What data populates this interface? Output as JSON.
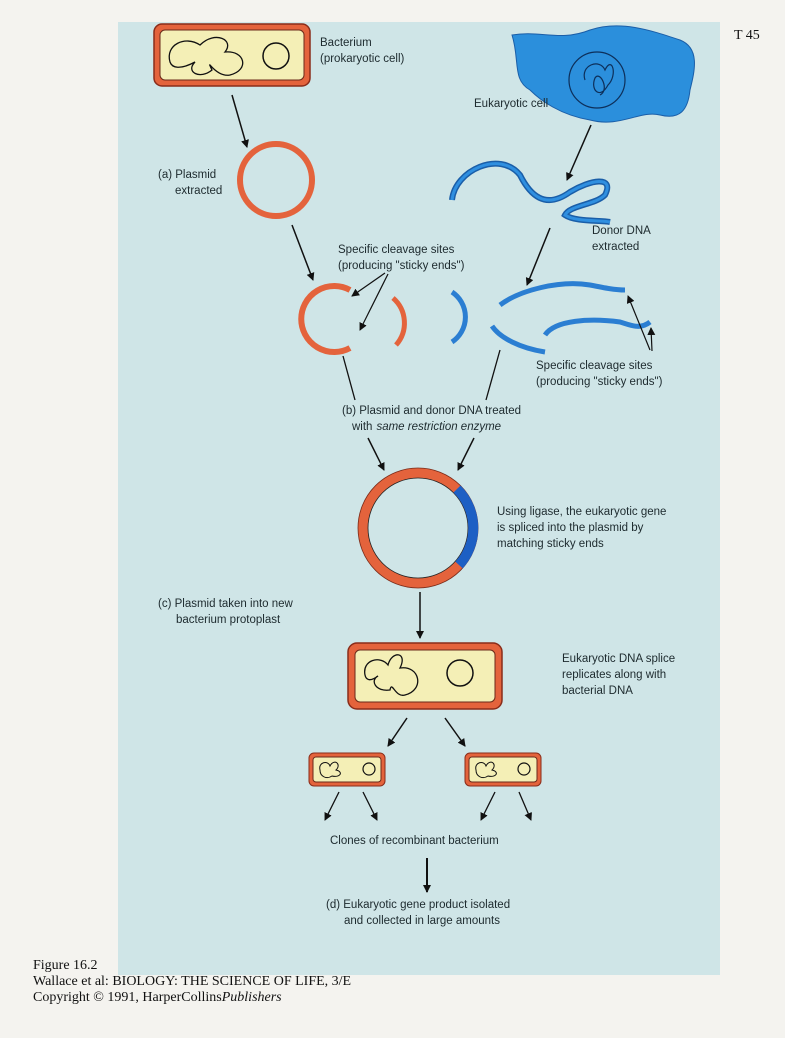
{
  "page_tag": "T 45",
  "labels": {
    "bacterium": [
      "Bacterium",
      "(prokaryotic cell)"
    ],
    "eukaryotic_cell": "Eukaryotic cell",
    "plasmid_extracted": [
      "(a) Plasmid",
      "extracted"
    ],
    "donor_dna": [
      "Donor DNA",
      "extracted"
    ],
    "cleavage_left": [
      "Specific cleavage sites",
      "(producing \"sticky ends\")"
    ],
    "cleavage_right": [
      "Specific cleavage sites",
      "(producing \"sticky ends\")"
    ],
    "step_b": [
      "(b) Plasmid and donor DNA treated",
      "with",
      "same restriction enzyme"
    ],
    "ligase": [
      "Using ligase, the eukaryotic gene",
      "is spliced into the plasmid by",
      "matching sticky ends"
    ],
    "step_c": [
      "(c) Plasmid taken into new",
      "bacterium protoplast"
    ],
    "replicates": [
      "Eukaryotic DNA splice",
      "replicates along with",
      "bacterial DNA"
    ],
    "clones": "Clones of recombinant bacterium",
    "step_d": [
      "(d) Eukaryotic gene product isolated",
      "and collected in large amounts"
    ]
  },
  "footer": {
    "figure": "Figure 16.2",
    "source": "Wallace et al: BIOLOGY: THE SCIENCE OF LIFE, 3/E",
    "copyright": "Copyright © 1991, HarperCollins",
    "publisher_italic": "Publishers"
  },
  "colors": {
    "panel": "#cfe5e7",
    "plasmid": "#e4633c",
    "dna": "#2b7ed2",
    "cell_fill": "#f4efb6"
  }
}
